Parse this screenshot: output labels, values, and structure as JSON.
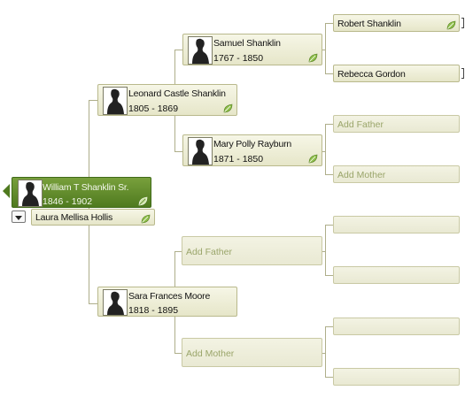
{
  "root": {
    "name": "William T Shanklin Sr.",
    "dates": "1846 - 1902",
    "silhouette_icon": "person-silhouette-icon",
    "leaf_icon": "leaf-hint-icon"
  },
  "spouse": {
    "name": "Laura Mellisa Hollis",
    "leaf_icon": "leaf-hint-icon"
  },
  "father": {
    "name": "Leonard Castle Shanklin",
    "dates": "1805 - 1869"
  },
  "mother": {
    "name": "Sara Frances Moore",
    "dates": "1818 - 1895"
  },
  "paternal_grandfather": {
    "name": "Samuel Shanklin",
    "dates": "1767 - 1850"
  },
  "paternal_grandmother": {
    "name": "Mary Polly Rayburn",
    "dates": "1871 - 1850"
  },
  "great_grandparents": {
    "robert": {
      "name": "Robert Shanklin"
    },
    "rebecca": {
      "name": "Rebecca Gordon"
    },
    "add_father": "Add Father",
    "add_mother": "Add Mother"
  },
  "maternal": {
    "add_father": "Add Father",
    "add_mother": "Add Mother"
  },
  "colors": {
    "selected": "#5f8a2a",
    "card": "#ecebd4",
    "border": "#b9b98c",
    "placeholder_text": "#9aa56a",
    "line": "#aeae8a"
  }
}
